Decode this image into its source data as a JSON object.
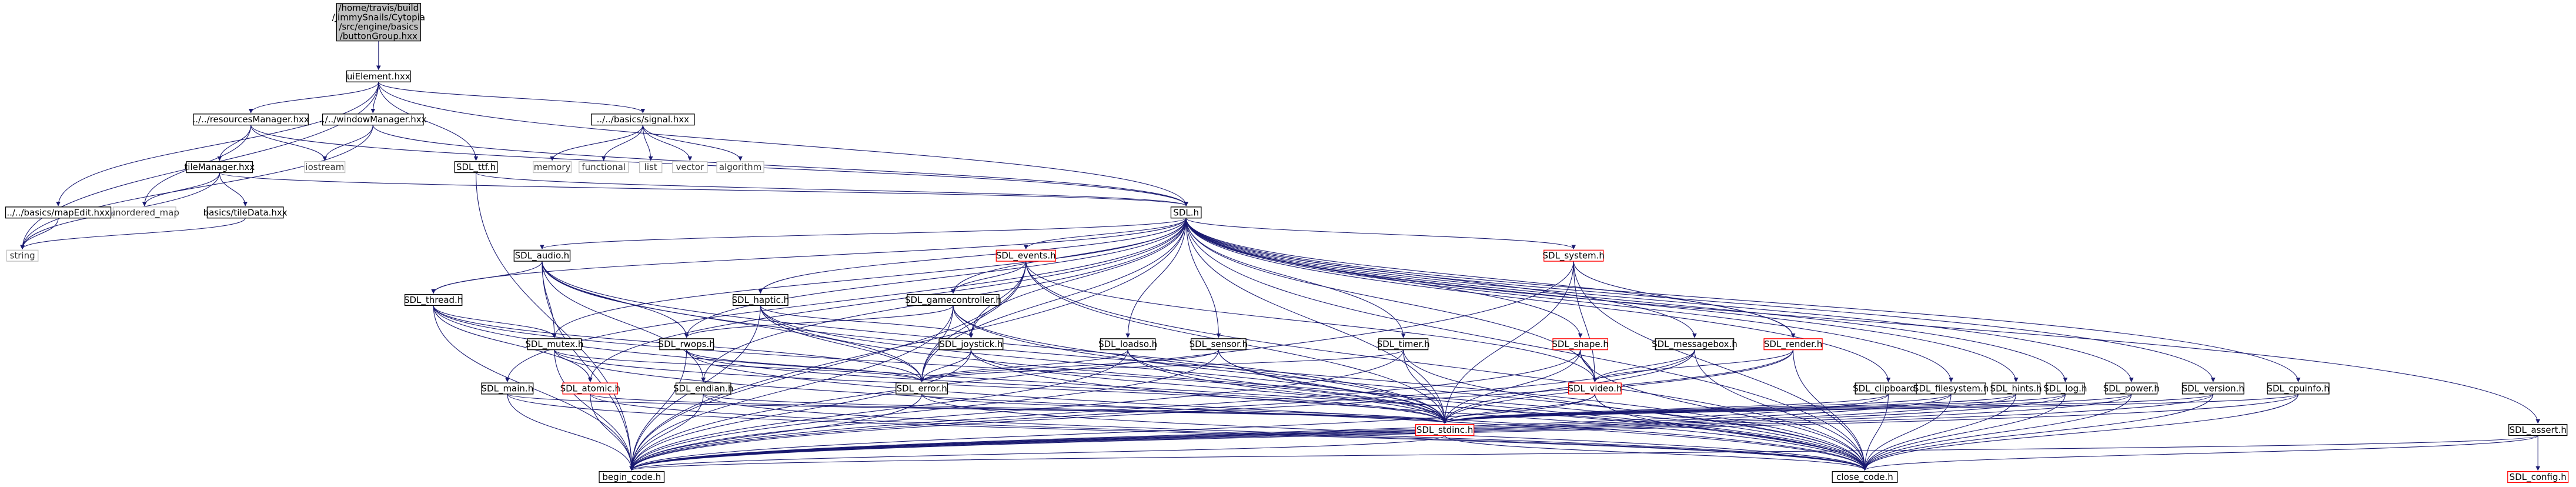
{
  "graph": {
    "colors": {
      "edge": "#191970",
      "root_fill": "#bfbfbf",
      "truncated_border": "#ff0000",
      "external_border": "#bfbfbf"
    },
    "nodes": [
      {
        "id": "root",
        "lines": [
          "/home/travis/build",
          "/JimmySnails/Cytopia",
          "/src/engine/basics",
          "/buttonGroup.hxx"
        ],
        "kind": "root"
      },
      {
        "id": "uiElement",
        "lines": [
          "uiElement.hxx"
        ],
        "kind": "doc"
      },
      {
        "id": "resourcesManager",
        "lines": [
          "../../resourcesManager.hxx"
        ],
        "kind": "doc"
      },
      {
        "id": "windowManager",
        "lines": [
          "../../windowManager.hxx"
        ],
        "kind": "doc"
      },
      {
        "id": "signal",
        "lines": [
          "../../basics/signal.hxx"
        ],
        "kind": "doc"
      },
      {
        "id": "sdl_ttf",
        "lines": [
          "SDL_ttf.h"
        ],
        "kind": "doc"
      },
      {
        "id": "memory",
        "lines": [
          "memory"
        ],
        "kind": "ext"
      },
      {
        "id": "functional",
        "lines": [
          "functional"
        ],
        "kind": "ext"
      },
      {
        "id": "list",
        "lines": [
          "list"
        ],
        "kind": "ext"
      },
      {
        "id": "vector",
        "lines": [
          "vector"
        ],
        "kind": "ext"
      },
      {
        "id": "algorithm",
        "lines": [
          "algorithm"
        ],
        "kind": "ext"
      },
      {
        "id": "iostream",
        "lines": [
          "iostream"
        ],
        "kind": "ext"
      },
      {
        "id": "tileManager",
        "lines": [
          "tileManager.hxx"
        ],
        "kind": "doc"
      },
      {
        "id": "unordered_map",
        "lines": [
          "unordered_map"
        ],
        "kind": "ext"
      },
      {
        "id": "tileData",
        "lines": [
          "basics/tileData.hxx"
        ],
        "kind": "doc"
      },
      {
        "id": "mapEdit",
        "lines": [
          "../../basics/mapEdit.hxx"
        ],
        "kind": "doc"
      },
      {
        "id": "string",
        "lines": [
          "string"
        ],
        "kind": "ext"
      },
      {
        "id": "sdl_h",
        "lines": [
          "SDL.h"
        ],
        "kind": "doc"
      },
      {
        "id": "sdl_audio",
        "lines": [
          "SDL_audio.h"
        ],
        "kind": "doc"
      },
      {
        "id": "sdl_events",
        "lines": [
          "SDL_events.h"
        ],
        "kind": "trunc"
      },
      {
        "id": "sdl_system",
        "lines": [
          "SDL_system.h"
        ],
        "kind": "trunc"
      },
      {
        "id": "sdl_thread",
        "lines": [
          "SDL_thread.h"
        ],
        "kind": "doc"
      },
      {
        "id": "sdl_haptic",
        "lines": [
          "SDL_haptic.h"
        ],
        "kind": "doc"
      },
      {
        "id": "sdl_gamecontroller",
        "lines": [
          "SDL_gamecontroller.h"
        ],
        "kind": "doc"
      },
      {
        "id": "sdl_mutex",
        "lines": [
          "SDL_mutex.h"
        ],
        "kind": "doc"
      },
      {
        "id": "sdl_rwops",
        "lines": [
          "SDL_rwops.h"
        ],
        "kind": "doc"
      },
      {
        "id": "sdl_joystick",
        "lines": [
          "SDL_joystick.h"
        ],
        "kind": "doc"
      },
      {
        "id": "sdl_loadso",
        "lines": [
          "SDL_loadso.h"
        ],
        "kind": "doc"
      },
      {
        "id": "sdl_sensor",
        "lines": [
          "SDL_sensor.h"
        ],
        "kind": "doc"
      },
      {
        "id": "sdl_timer",
        "lines": [
          "SDL_timer.h"
        ],
        "kind": "doc"
      },
      {
        "id": "sdl_shape",
        "lines": [
          "SDL_shape.h"
        ],
        "kind": "trunc"
      },
      {
        "id": "sdl_messagebox",
        "lines": [
          "SDL_messagebox.h"
        ],
        "kind": "doc"
      },
      {
        "id": "sdl_render",
        "lines": [
          "SDL_render.h"
        ],
        "kind": "trunc"
      },
      {
        "id": "sdl_main",
        "lines": [
          "SDL_main.h"
        ],
        "kind": "doc"
      },
      {
        "id": "sdl_atomic",
        "lines": [
          "SDL_atomic.h"
        ],
        "kind": "trunc"
      },
      {
        "id": "sdl_endian",
        "lines": [
          "SDL_endian.h"
        ],
        "kind": "doc"
      },
      {
        "id": "sdl_error",
        "lines": [
          "SDL_error.h"
        ],
        "kind": "doc"
      },
      {
        "id": "sdl_video",
        "lines": [
          "SDL_video.h"
        ],
        "kind": "trunc"
      },
      {
        "id": "sdl_clipboard",
        "lines": [
          "SDL_clipboard.h"
        ],
        "kind": "doc"
      },
      {
        "id": "sdl_filesystem",
        "lines": [
          "SDL_filesystem.h"
        ],
        "kind": "doc"
      },
      {
        "id": "sdl_hints",
        "lines": [
          "SDL_hints.h"
        ],
        "kind": "doc"
      },
      {
        "id": "sdl_log",
        "lines": [
          "SDL_log.h"
        ],
        "kind": "doc"
      },
      {
        "id": "sdl_power",
        "lines": [
          "SDL_power.h"
        ],
        "kind": "doc"
      },
      {
        "id": "sdl_version",
        "lines": [
          "SDL_version.h"
        ],
        "kind": "doc"
      },
      {
        "id": "sdl_cpuinfo",
        "lines": [
          "SDL_cpuinfo.h"
        ],
        "kind": "doc"
      },
      {
        "id": "sdl_assert",
        "lines": [
          "SDL_assert.h"
        ],
        "kind": "doc"
      },
      {
        "id": "sdl_stdinc",
        "lines": [
          "SDL_stdinc.h"
        ],
        "kind": "trunc"
      },
      {
        "id": "begin_code",
        "lines": [
          "begin_code.h"
        ],
        "kind": "doc"
      },
      {
        "id": "close_code",
        "lines": [
          "close_code.h"
        ],
        "kind": "doc"
      },
      {
        "id": "sdl_config",
        "lines": [
          "SDL_config.h"
        ],
        "kind": "trunc"
      }
    ],
    "edges": [
      [
        "root",
        "uiElement"
      ],
      [
        "uiElement",
        "resourcesManager"
      ],
      [
        "uiElement",
        "windowManager"
      ],
      [
        "uiElement",
        "signal"
      ],
      [
        "uiElement",
        "sdl_ttf"
      ],
      [
        "uiElement",
        "mapEdit"
      ],
      [
        "uiElement",
        "string"
      ],
      [
        "uiElement",
        "sdl_h"
      ],
      [
        "resourcesManager",
        "tileManager"
      ],
      [
        "resourcesManager",
        "iostream"
      ],
      [
        "resourcesManager",
        "unordered_map"
      ],
      [
        "resourcesManager",
        "sdl_h"
      ],
      [
        "windowManager",
        "iostream"
      ],
      [
        "windowManager",
        "sdl_h"
      ],
      [
        "windowManager",
        "string"
      ],
      [
        "signal",
        "memory"
      ],
      [
        "signal",
        "functional"
      ],
      [
        "signal",
        "list"
      ],
      [
        "signal",
        "vector"
      ],
      [
        "signal",
        "algorithm"
      ],
      [
        "sdl_ttf",
        "sdl_h"
      ],
      [
        "sdl_ttf",
        "begin_code"
      ],
      [
        "tileManager",
        "unordered_map"
      ],
      [
        "tileManager",
        "tileData"
      ],
      [
        "tileManager",
        "string"
      ],
      [
        "tileManager",
        "sdl_h"
      ],
      [
        "tileData",
        "string"
      ],
      [
        "mapEdit",
        "string"
      ],
      [
        "sdl_h",
        "sdl_audio"
      ],
      [
        "sdl_h",
        "sdl_events"
      ],
      [
        "sdl_h",
        "sdl_system"
      ],
      [
        "sdl_h",
        "sdl_thread"
      ],
      [
        "sdl_h",
        "sdl_haptic"
      ],
      [
        "sdl_h",
        "sdl_gamecontroller"
      ],
      [
        "sdl_h",
        "sdl_mutex"
      ],
      [
        "sdl_h",
        "sdl_rwops"
      ],
      [
        "sdl_h",
        "sdl_joystick"
      ],
      [
        "sdl_h",
        "sdl_loadso"
      ],
      [
        "sdl_h",
        "sdl_sensor"
      ],
      [
        "sdl_h",
        "sdl_timer"
      ],
      [
        "sdl_h",
        "sdl_shape"
      ],
      [
        "sdl_h",
        "sdl_messagebox"
      ],
      [
        "sdl_h",
        "sdl_render"
      ],
      [
        "sdl_h",
        "sdl_main"
      ],
      [
        "sdl_h",
        "sdl_atomic"
      ],
      [
        "sdl_h",
        "sdl_endian"
      ],
      [
        "sdl_h",
        "sdl_error"
      ],
      [
        "sdl_h",
        "sdl_video"
      ],
      [
        "sdl_h",
        "sdl_clipboard"
      ],
      [
        "sdl_h",
        "sdl_filesystem"
      ],
      [
        "sdl_h",
        "sdl_hints"
      ],
      [
        "sdl_h",
        "sdl_log"
      ],
      [
        "sdl_h",
        "sdl_power"
      ],
      [
        "sdl_h",
        "sdl_version"
      ],
      [
        "sdl_h",
        "sdl_cpuinfo"
      ],
      [
        "sdl_h",
        "sdl_assert"
      ],
      [
        "sdl_h",
        "sdl_stdinc"
      ],
      [
        "sdl_h",
        "begin_code"
      ],
      [
        "sdl_h",
        "close_code"
      ],
      [
        "sdl_audio",
        "sdl_thread"
      ],
      [
        "sdl_audio",
        "sdl_mutex"
      ],
      [
        "sdl_audio",
        "sdl_rwops"
      ],
      [
        "sdl_audio",
        "sdl_error"
      ],
      [
        "sdl_audio",
        "sdl_endian"
      ],
      [
        "sdl_audio",
        "sdl_stdinc"
      ],
      [
        "sdl_audio",
        "begin_code"
      ],
      [
        "sdl_audio",
        "close_code"
      ],
      [
        "sdl_events",
        "sdl_gamecontroller"
      ],
      [
        "sdl_events",
        "sdl_joystick"
      ],
      [
        "sdl_events",
        "sdl_video"
      ],
      [
        "sdl_events",
        "sdl_error"
      ],
      [
        "sdl_events",
        "sdl_stdinc"
      ],
      [
        "sdl_events",
        "begin_code"
      ],
      [
        "sdl_events",
        "close_code"
      ],
      [
        "sdl_system",
        "sdl_render"
      ],
      [
        "sdl_system",
        "sdl_video"
      ],
      [
        "sdl_system",
        "sdl_stdinc"
      ],
      [
        "sdl_system",
        "begin_code"
      ],
      [
        "sdl_system",
        "close_code"
      ],
      [
        "sdl_thread",
        "sdl_mutex"
      ],
      [
        "sdl_thread",
        "sdl_atomic"
      ],
      [
        "sdl_thread",
        "sdl_error"
      ],
      [
        "sdl_thread",
        "sdl_stdinc"
      ],
      [
        "sdl_thread",
        "begin_code"
      ],
      [
        "sdl_thread",
        "close_code"
      ],
      [
        "sdl_haptic",
        "sdl_joystick"
      ],
      [
        "sdl_haptic",
        "sdl_error"
      ],
      [
        "sdl_haptic",
        "sdl_stdinc"
      ],
      [
        "sdl_haptic",
        "begin_code"
      ],
      [
        "sdl_haptic",
        "close_code"
      ],
      [
        "sdl_gamecontroller",
        "sdl_rwops"
      ],
      [
        "sdl_gamecontroller",
        "sdl_joystick"
      ],
      [
        "sdl_gamecontroller",
        "sdl_error"
      ],
      [
        "sdl_gamecontroller",
        "sdl_stdinc"
      ],
      [
        "sdl_gamecontroller",
        "begin_code"
      ],
      [
        "sdl_gamecontroller",
        "close_code"
      ],
      [
        "sdl_mutex",
        "sdl_error"
      ],
      [
        "sdl_mutex",
        "sdl_stdinc"
      ],
      [
        "sdl_mutex",
        "begin_code"
      ],
      [
        "sdl_mutex",
        "close_code"
      ],
      [
        "sdl_rwops",
        "sdl_error"
      ],
      [
        "sdl_rwops",
        "sdl_stdinc"
      ],
      [
        "sdl_rwops",
        "begin_code"
      ],
      [
        "sdl_rwops",
        "close_code"
      ],
      [
        "sdl_joystick",
        "sdl_error"
      ],
      [
        "sdl_joystick",
        "sdl_stdinc"
      ],
      [
        "sdl_joystick",
        "begin_code"
      ],
      [
        "sdl_joystick",
        "close_code"
      ],
      [
        "sdl_loadso",
        "sdl_error"
      ],
      [
        "sdl_loadso",
        "sdl_stdinc"
      ],
      [
        "sdl_loadso",
        "begin_code"
      ],
      [
        "sdl_loadso",
        "close_code"
      ],
      [
        "sdl_sensor",
        "sdl_error"
      ],
      [
        "sdl_sensor",
        "sdl_stdinc"
      ],
      [
        "sdl_sensor",
        "begin_code"
      ],
      [
        "sdl_sensor",
        "close_code"
      ],
      [
        "sdl_timer",
        "sdl_error"
      ],
      [
        "sdl_timer",
        "sdl_stdinc"
      ],
      [
        "sdl_timer",
        "begin_code"
      ],
      [
        "sdl_timer",
        "close_code"
      ],
      [
        "sdl_shape",
        "sdl_video"
      ],
      [
        "sdl_shape",
        "sdl_stdinc"
      ],
      [
        "sdl_shape",
        "begin_code"
      ],
      [
        "sdl_shape",
        "close_code"
      ],
      [
        "sdl_messagebox",
        "sdl_video"
      ],
      [
        "sdl_messagebox",
        "sdl_stdinc"
      ],
      [
        "sdl_messagebox",
        "begin_code"
      ],
      [
        "sdl_messagebox",
        "close_code"
      ],
      [
        "sdl_render",
        "sdl_video"
      ],
      [
        "sdl_render",
        "sdl_stdinc"
      ],
      [
        "sdl_render",
        "begin_code"
      ],
      [
        "sdl_render",
        "close_code"
      ],
      [
        "sdl_main",
        "sdl_stdinc"
      ],
      [
        "sdl_main",
        "begin_code"
      ],
      [
        "sdl_main",
        "close_code"
      ],
      [
        "sdl_atomic",
        "sdl_stdinc"
      ],
      [
        "sdl_atomic",
        "begin_code"
      ],
      [
        "sdl_atomic",
        "close_code"
      ],
      [
        "sdl_endian",
        "sdl_stdinc"
      ],
      [
        "sdl_endian",
        "begin_code"
      ],
      [
        "sdl_endian",
        "close_code"
      ],
      [
        "sdl_error",
        "sdl_stdinc"
      ],
      [
        "sdl_error",
        "begin_code"
      ],
      [
        "sdl_error",
        "close_code"
      ],
      [
        "sdl_video",
        "sdl_stdinc"
      ],
      [
        "sdl_video",
        "begin_code"
      ],
      [
        "sdl_video",
        "close_code"
      ],
      [
        "sdl_clipboard",
        "sdl_stdinc"
      ],
      [
        "sdl_clipboard",
        "begin_code"
      ],
      [
        "sdl_clipboard",
        "close_code"
      ],
      [
        "sdl_filesystem",
        "sdl_stdinc"
      ],
      [
        "sdl_filesystem",
        "begin_code"
      ],
      [
        "sdl_filesystem",
        "close_code"
      ],
      [
        "sdl_hints",
        "sdl_stdinc"
      ],
      [
        "sdl_hints",
        "begin_code"
      ],
      [
        "sdl_hints",
        "close_code"
      ],
      [
        "sdl_log",
        "sdl_stdinc"
      ],
      [
        "sdl_log",
        "begin_code"
      ],
      [
        "sdl_log",
        "close_code"
      ],
      [
        "sdl_power",
        "sdl_stdinc"
      ],
      [
        "sdl_power",
        "begin_code"
      ],
      [
        "sdl_power",
        "close_code"
      ],
      [
        "sdl_version",
        "sdl_stdinc"
      ],
      [
        "sdl_version",
        "begin_code"
      ],
      [
        "sdl_version",
        "close_code"
      ],
      [
        "sdl_cpuinfo",
        "sdl_stdinc"
      ],
      [
        "sdl_cpuinfo",
        "begin_code"
      ],
      [
        "sdl_cpuinfo",
        "close_code"
      ],
      [
        "sdl_assert",
        "sdl_config"
      ],
      [
        "sdl_assert",
        "begin_code"
      ],
      [
        "sdl_assert",
        "close_code"
      ],
      [
        "sdl_stdinc",
        "begin_code"
      ],
      [
        "sdl_stdinc",
        "close_code"
      ]
    ]
  }
}
